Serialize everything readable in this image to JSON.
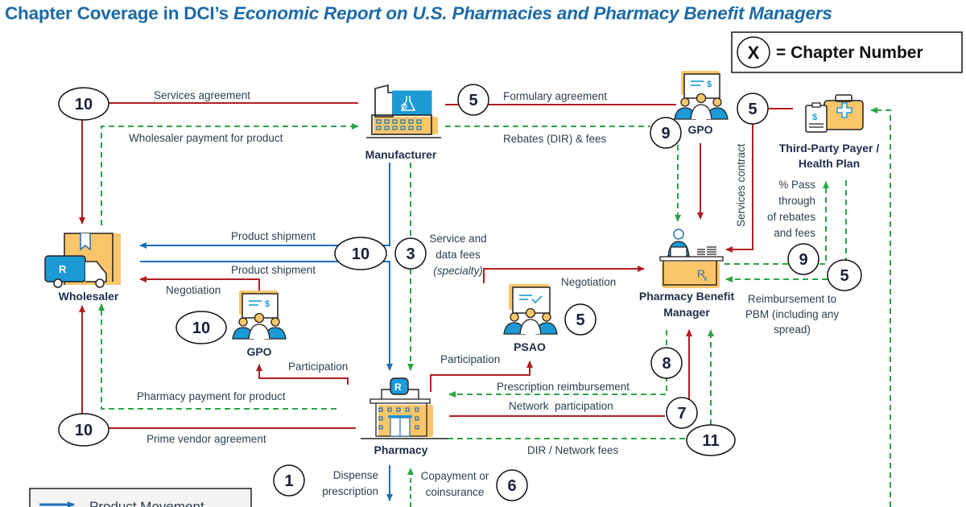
{
  "title": {
    "prefix": "Chapter Coverage in DCI’s ",
    "italic": "Economic Report on U.S. Pharmacies and Pharmacy Benefit Managers"
  },
  "key": {
    "symbol": "X",
    "label": "= Chapter Number"
  },
  "legend": {
    "items": [
      {
        "label": "Product Movement",
        "color": "#1f6fb5"
      }
    ]
  },
  "colors": {
    "title": "#1b6aa8",
    "contract": "#b01e23",
    "payment": "#2aa544",
    "product": "#1f6fb5",
    "icon_fill": "#fbc66a",
    "icon_blue": "#1b9ad6",
    "text": "#2d3e50"
  },
  "nodes": {
    "manufacturer": "Manufacturer",
    "gpo_top": "GPO",
    "payer_line1": "Third-Party Payer /",
    "payer_line2": "Health Plan",
    "wholesaler": "Wholesaler",
    "gpo_left": "GPO",
    "psao": "PSAO",
    "pbm_line1": "Pharmacy Benefit",
    "pbm_line2": "Manager",
    "pharmacy": "Pharmacy"
  },
  "flows": {
    "services_agreement": "Services agreement",
    "wholesaler_payment": "Wholesaler payment for product",
    "formulary_agreement": "Formulary agreement",
    "rebates_fees": "Rebates (DIR) & fees",
    "services_contract": "Services contract",
    "pass_through": [
      "% Pass",
      "through",
      "of rebates",
      "and fees"
    ],
    "product_shipment_1": "Product shipment",
    "product_shipment_2": "Product shipment",
    "negotiation_left": "Negotiation",
    "service_data_fees": [
      "Service and",
      "data fees"
    ],
    "specialty": "(specialty)",
    "negotiation_psao": "Negotiation",
    "reimbursement_pbm": [
      "Reimbursement to",
      "PBM (including any",
      "spread)"
    ],
    "participation_left": "Participation",
    "participation_right": "Participation",
    "pharmacy_payment": "Pharmacy payment for product",
    "prescription_reimbursement": "Prescription reimbursement",
    "network_participation": "Network  participation",
    "prime_vendor": "Prime vendor agreement",
    "dir_network_fees": "DIR / Network fees",
    "dispense": [
      "Dispense",
      "prescription"
    ],
    "copayment": [
      "Copayment or",
      "coinsurance"
    ]
  },
  "chapters": {
    "services_agreement": "10",
    "formulary": "5",
    "gpo_top": "9",
    "payer_contract": "5",
    "shipment": "10",
    "service_fees": "3",
    "gpo_left": "10",
    "psao": "5",
    "pass_through": "9",
    "reimbursement": "5",
    "prescription_reimb": "8",
    "network": "7",
    "dir_fees": "11",
    "prime_vendor": "10",
    "dispense": "1",
    "copayment": "6"
  }
}
